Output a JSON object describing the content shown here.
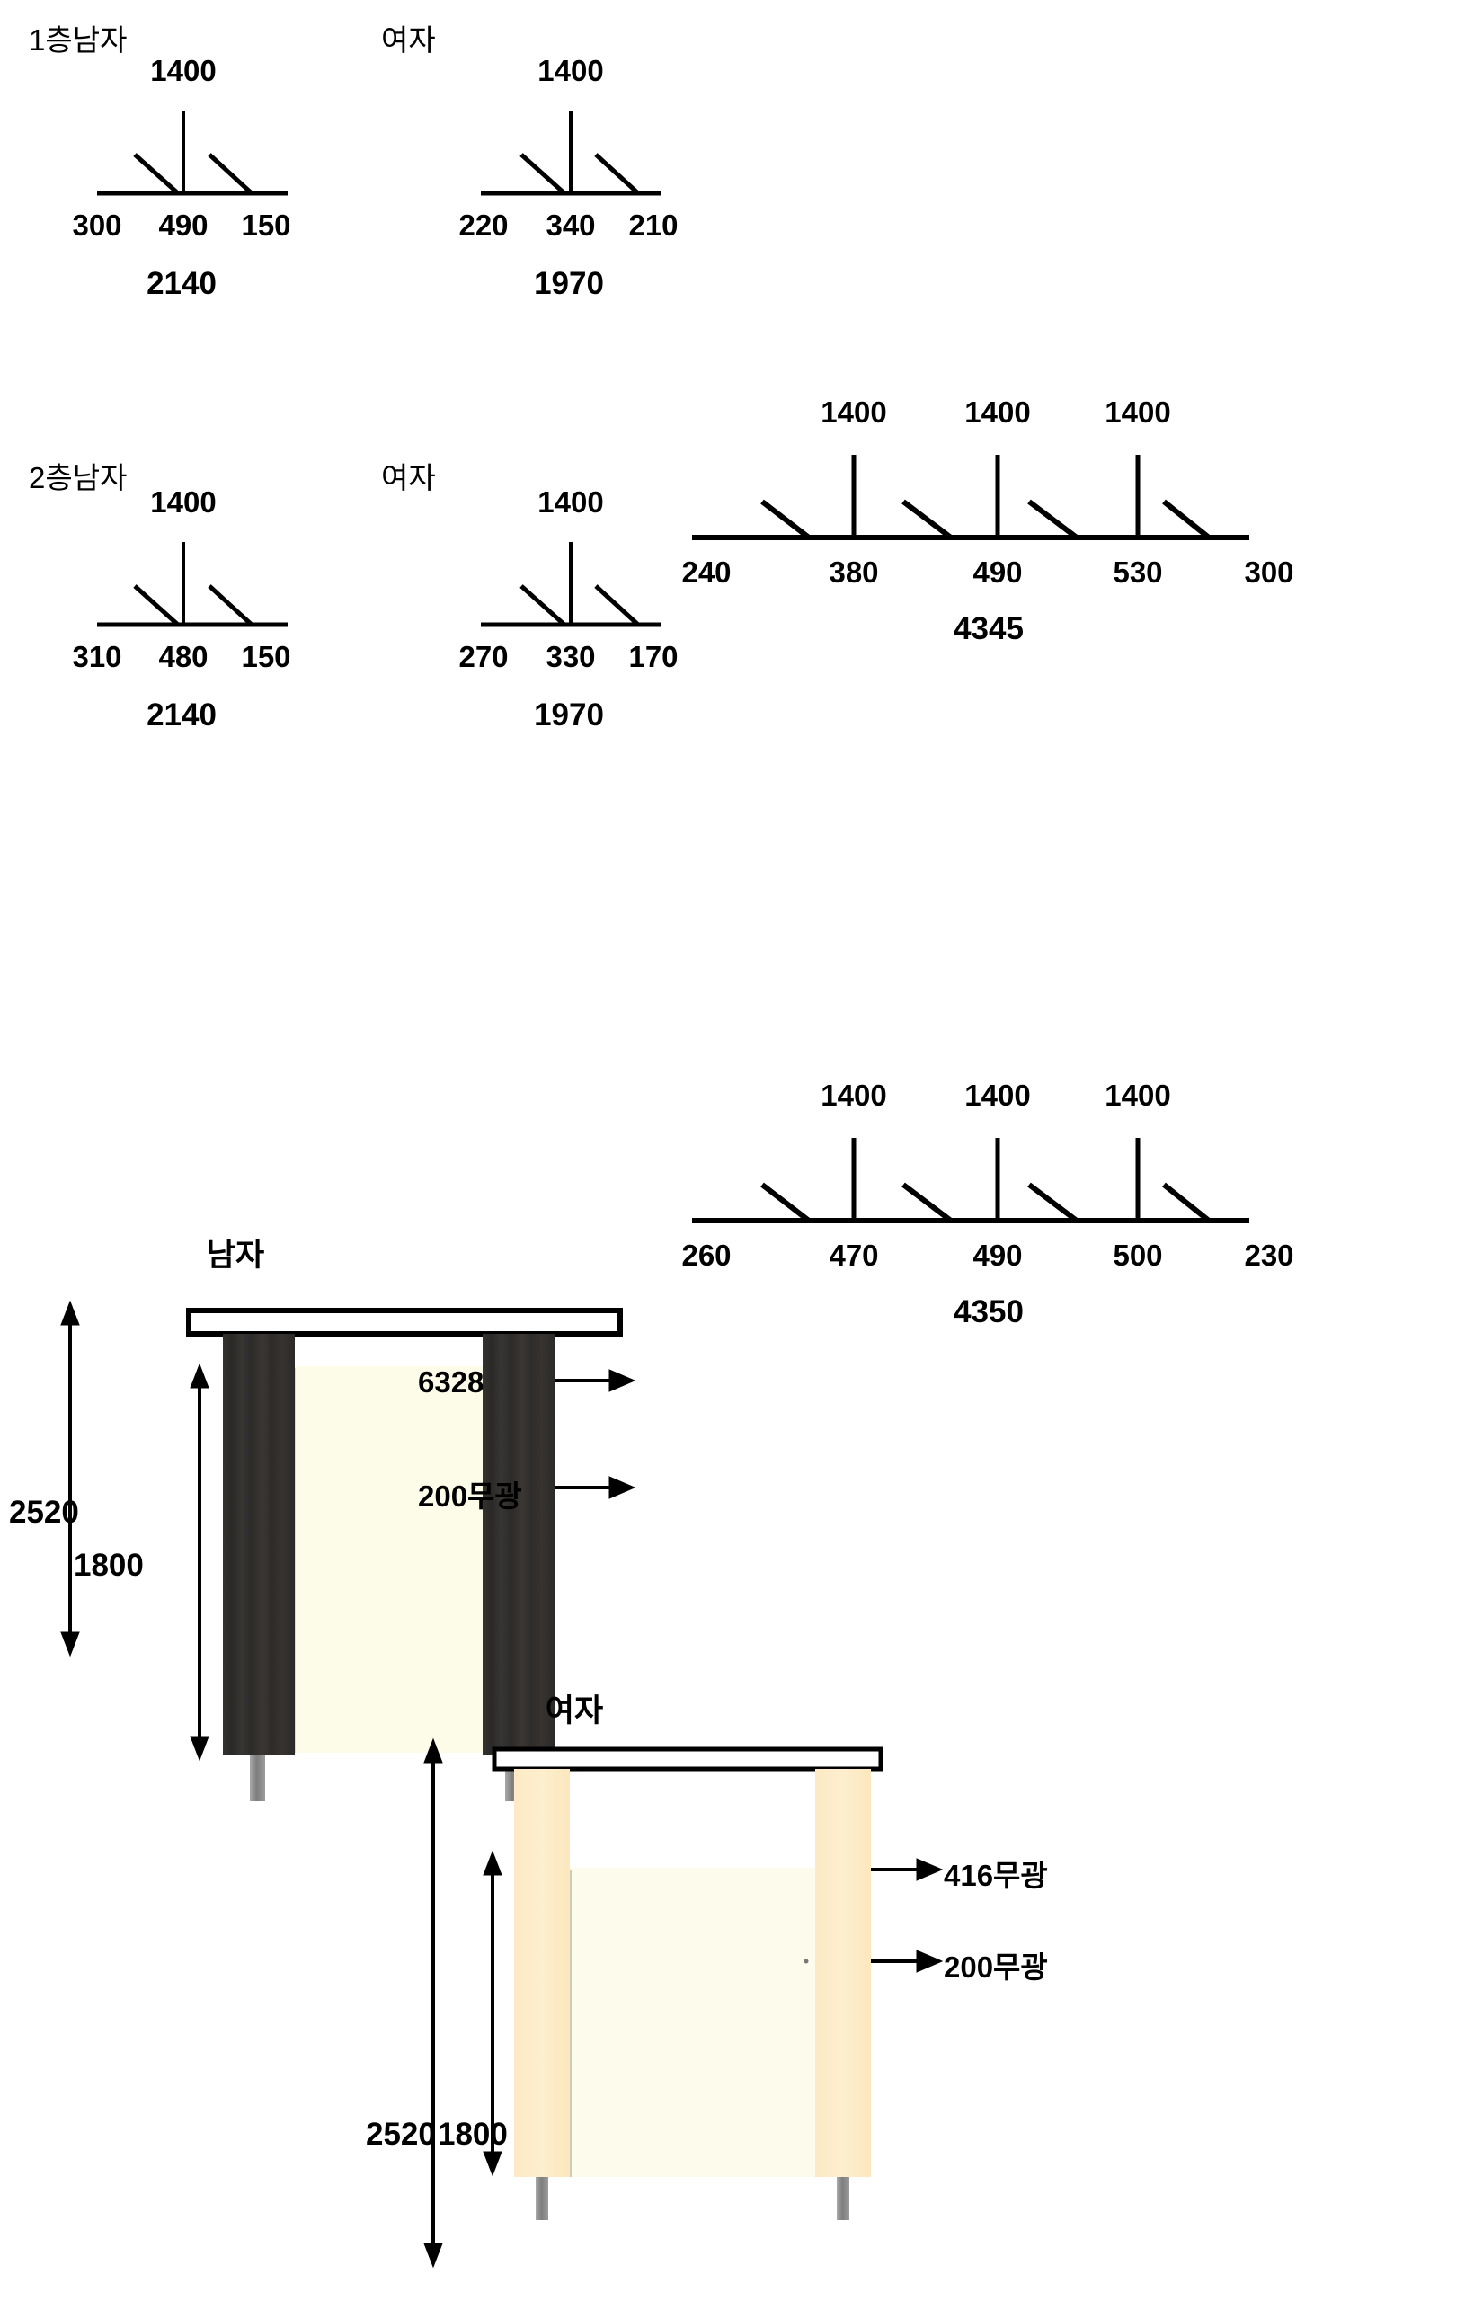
{
  "page": {
    "background": "#ffffff",
    "line_color": "#000000"
  },
  "partition_diagrams": [
    {
      "id": "floor1-men",
      "title": "1층남자",
      "heights": [
        "1400"
      ],
      "widths": [
        "300",
        "490",
        "150"
      ],
      "total": "2140"
    },
    {
      "id": "floor1-women-a",
      "title": "여자",
      "heights": [
        "1400"
      ],
      "widths": [
        "220",
        "340",
        "210"
      ],
      "total": "1970"
    },
    {
      "id": "floor1-women-b",
      "title": "",
      "heights": [
        "1400",
        "1400",
        "1400"
      ],
      "widths": [
        "240",
        "380",
        "490",
        "530",
        "300"
      ],
      "total": "4345"
    },
    {
      "id": "floor2-men",
      "title": "2층남자",
      "heights": [
        "1400"
      ],
      "widths": [
        "310",
        "480",
        "150"
      ],
      "total": "2140"
    },
    {
      "id": "floor2-women-a",
      "title": "여자",
      "heights": [
        "1400"
      ],
      "widths": [
        "270",
        "330",
        "170"
      ],
      "total": "1970"
    },
    {
      "id": "floor2-women-b",
      "title": "",
      "heights": [
        "1400",
        "1400",
        "1400"
      ],
      "widths": [
        "260",
        "470",
        "490",
        "500",
        "230"
      ],
      "total": "4350"
    }
  ],
  "elevations": [
    {
      "id": "men-elevation",
      "title": "남자",
      "overall_height": "2520",
      "panel_height": "1800",
      "panel_color": "#312f2d",
      "infill_color": "#fdfce9",
      "top_color": "#ffffff",
      "leg_color": "#8a8a8a",
      "callouts": [
        {
          "text": "6328"
        },
        {
          "text": "200무광"
        }
      ]
    },
    {
      "id": "women-elevation",
      "title": "여자",
      "overall_height": "2520",
      "panel_height": "1800",
      "panel_color": "#fdeac4",
      "infill_color": "#fdfcec",
      "top_color": "#ffffff",
      "leg_color": "#8a8a8a",
      "callouts": [
        {
          "text": "416무광"
        },
        {
          "text": "200무광"
        }
      ]
    }
  ]
}
